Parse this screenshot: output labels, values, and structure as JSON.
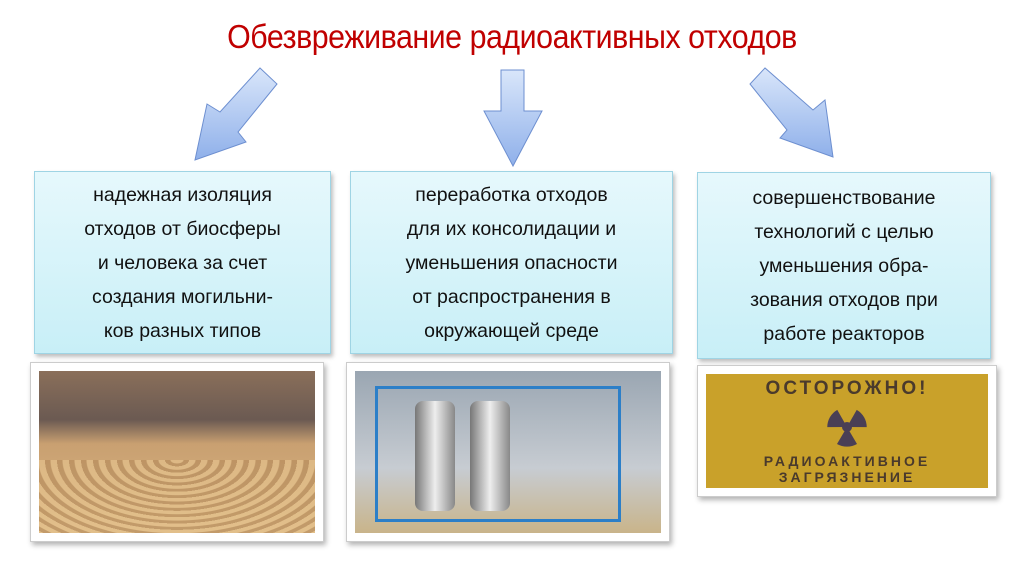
{
  "title": "Обезвреживание радиоактивных отходов",
  "boxes": [
    {
      "text": "надежная изоляция\nотходов от биосферы\nи человека за счет\nсоздания могильни-\nков разных типов"
    },
    {
      "text": "переработка отходов\nдля их консолидации и\nуменьшения опасности\nот распространения в\nокружающей среде"
    },
    {
      "text": "совершенствование\nтехнологий с целью\nуменьшения обра-\nзования отходов при\nработе реакторов"
    }
  ],
  "sign": {
    "top": "ОСТОРОЖНО!",
    "bottom1": "РАДИОАКТИВНОЕ",
    "bottom2": "ЗАГРЯЗНЕНИЕ"
  },
  "colors": {
    "title": "#c00000",
    "box": "#d8f4fa",
    "arrow": "#a9c6ef"
  }
}
